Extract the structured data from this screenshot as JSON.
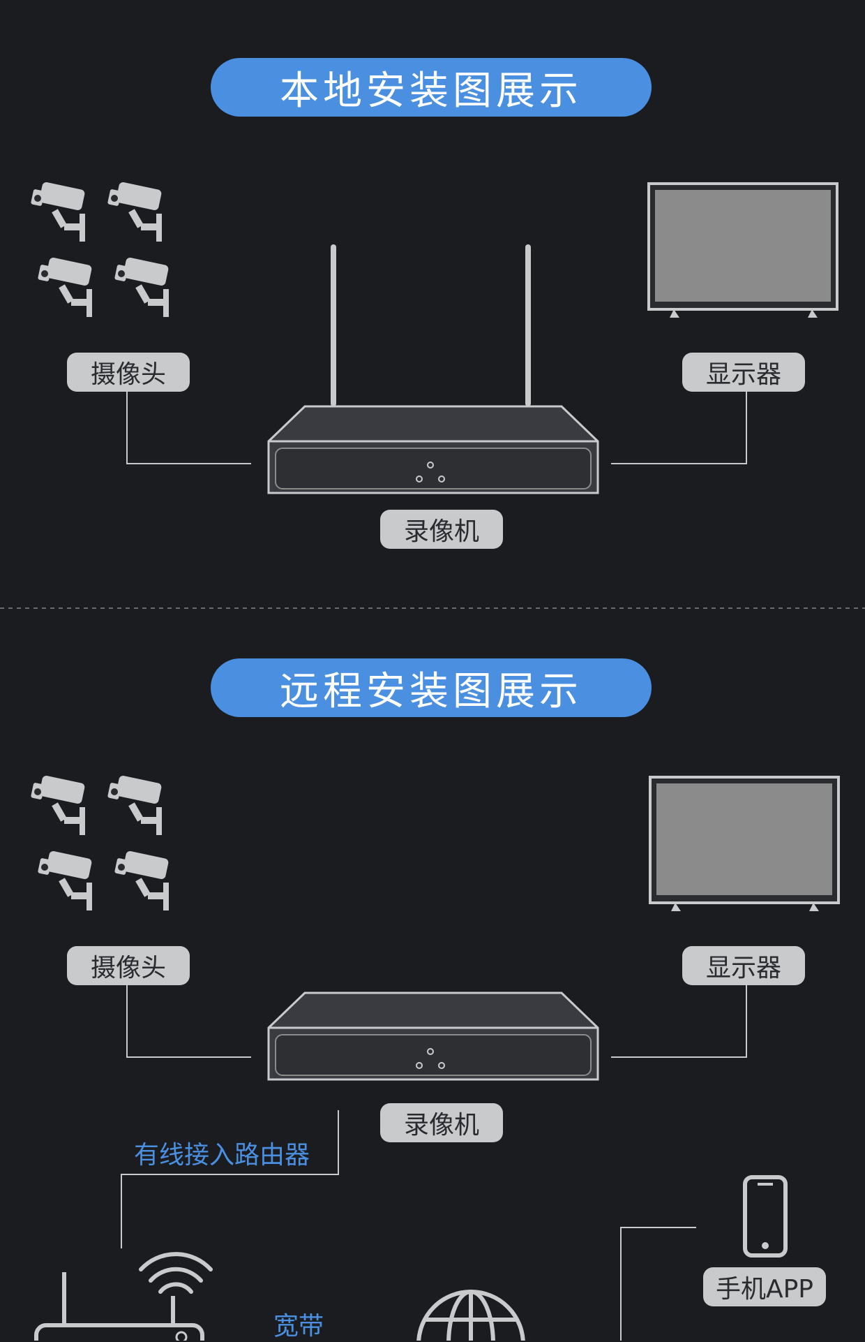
{
  "sections": {
    "local_title": "本地安装图展示",
    "remote_title": "远程安装图展示"
  },
  "labels": {
    "camera": "摄像头",
    "display": "显示器",
    "recorder": "录像机",
    "wired_router": "有线接入路由器",
    "broadband": "宽带",
    "phone_app": "手机APP"
  },
  "colors": {
    "background": "#1b1c20",
    "accent": "#4a8fe0",
    "device_gray": "#c9cacc",
    "screen_gray": "#8b8b8b",
    "connector_line": "#c9cacc"
  },
  "icons": [
    "security-camera-icon",
    "monitor-icon",
    "nvr-recorder-icon",
    "antenna-icon",
    "router-icon",
    "wifi-icon",
    "globe-icon",
    "smartphone-icon"
  ]
}
